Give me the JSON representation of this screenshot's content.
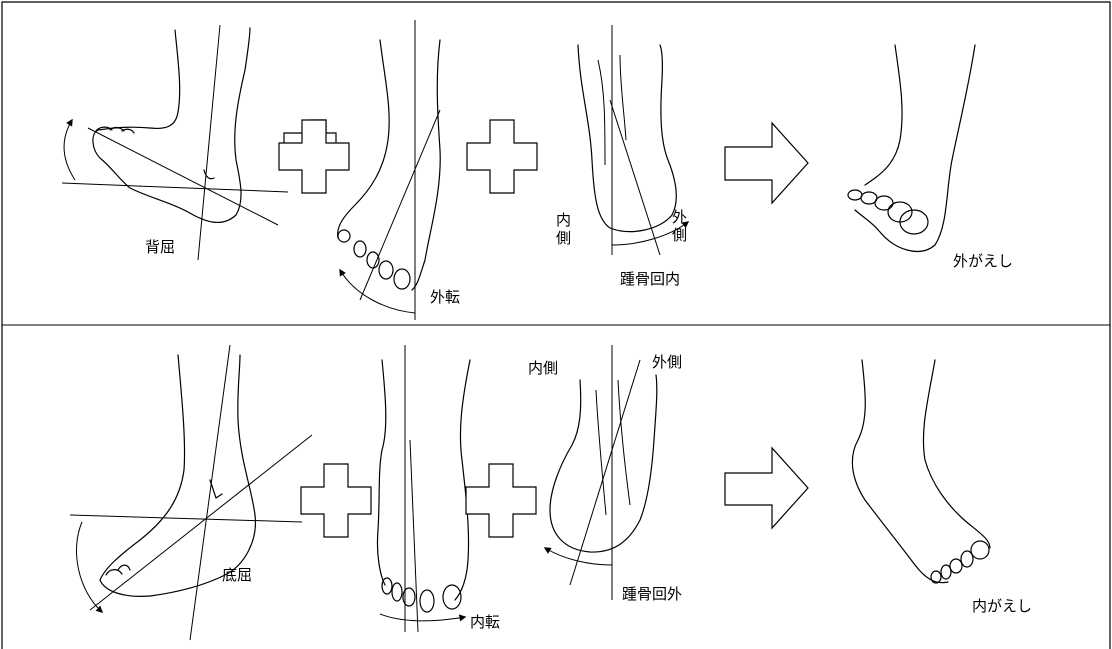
{
  "row_top": {
    "dorsiflexion": "背屈",
    "abduction": "外転",
    "medial": "内側",
    "lateral": "外側",
    "calcaneal": "踵骨回内",
    "result": "外がえし"
  },
  "row_bottom": {
    "plantarflexion": "底屈",
    "adduction": "内転",
    "medial": "内側",
    "lateral": "外側",
    "calcaneal": "踵骨回外",
    "result": "内がえし"
  }
}
